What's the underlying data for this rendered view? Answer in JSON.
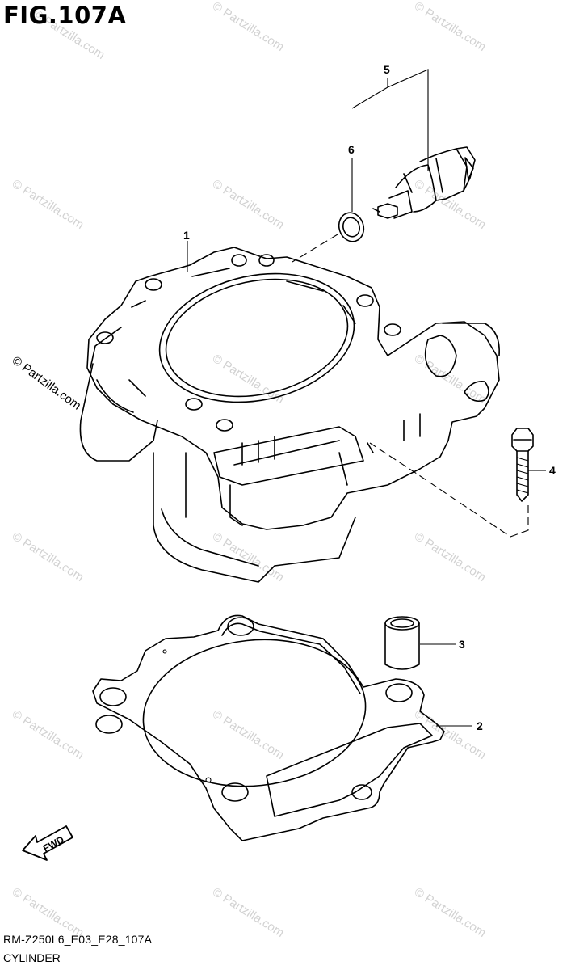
{
  "figure": {
    "title": "FIG.107A",
    "model_code": "RM-Z250L6_E03_E28_107A",
    "section_name": "CYLINDER"
  },
  "callouts": [
    "1",
    "2",
    "3",
    "4",
    "5",
    "6"
  ],
  "watermark": {
    "text": "© Partzilla.com"
  },
  "fwd_label": "FWD"
}
